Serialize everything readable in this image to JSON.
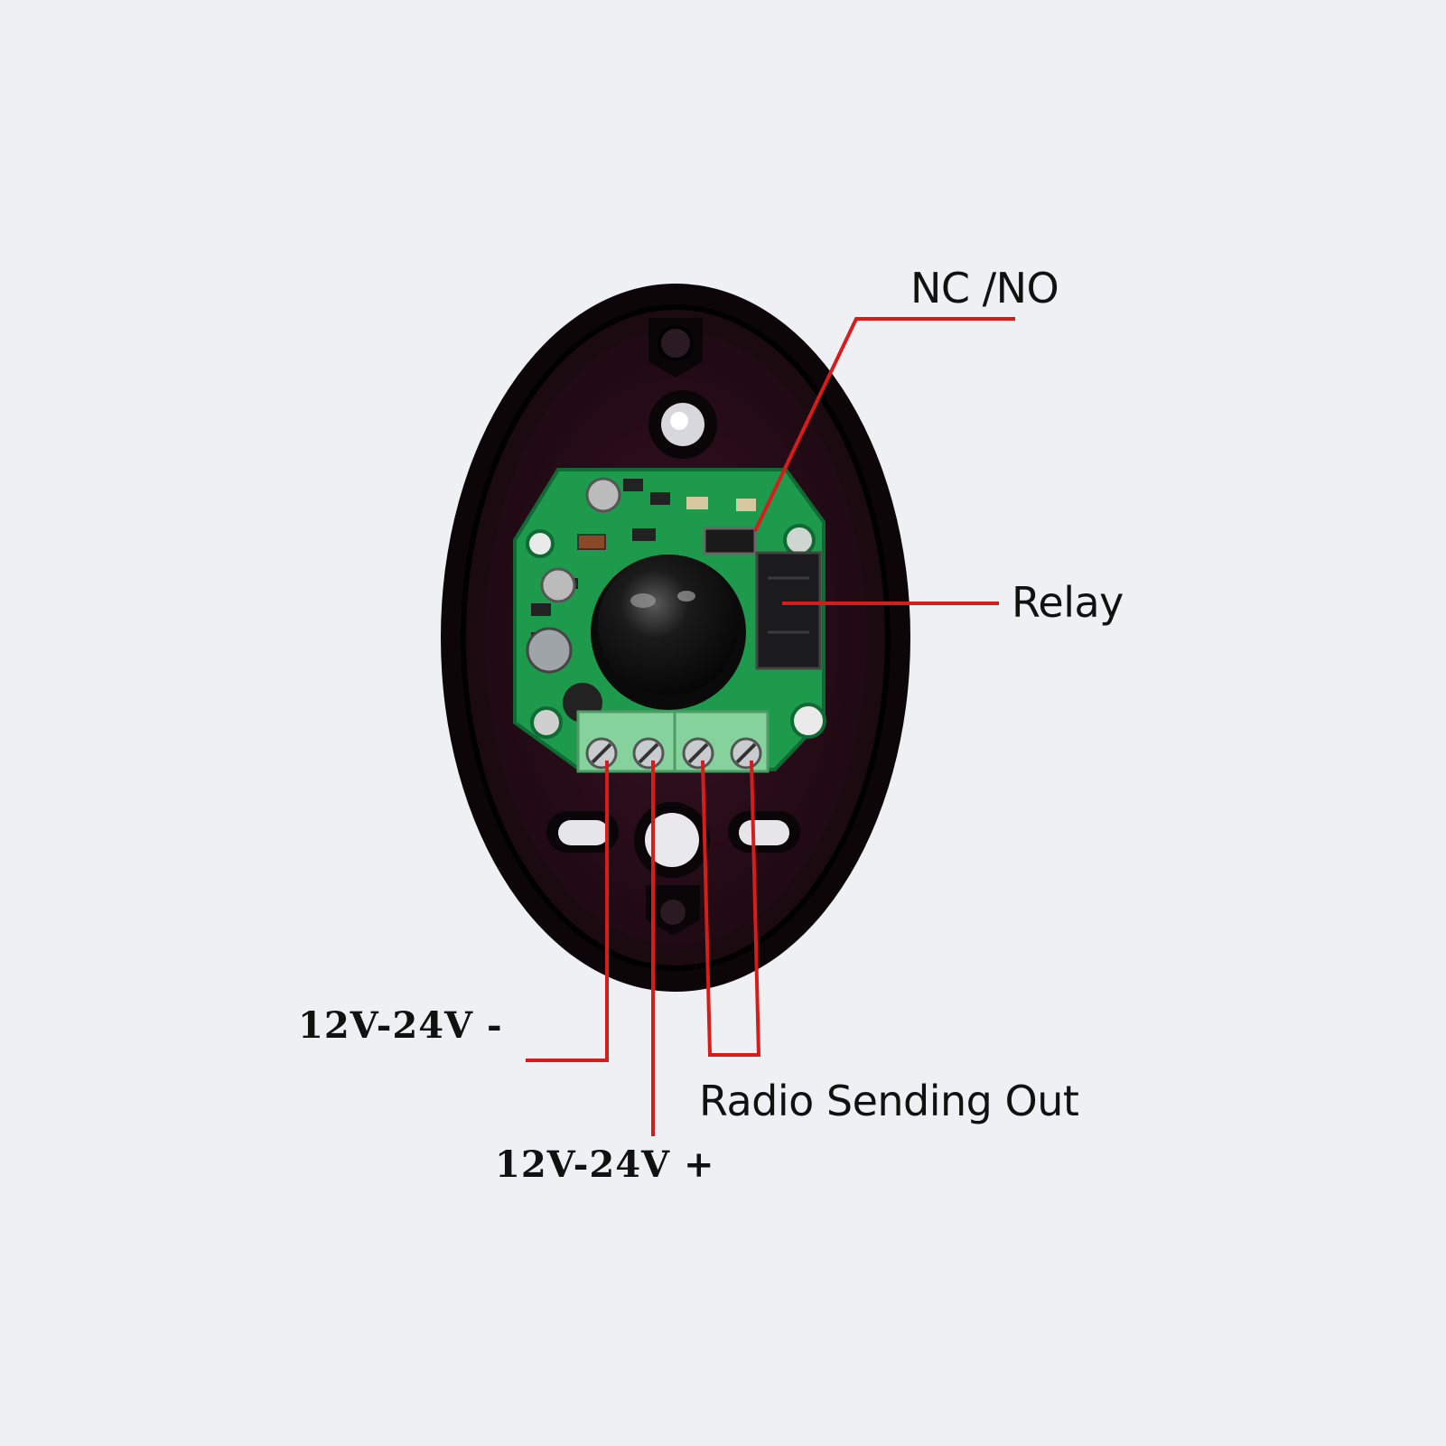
{
  "labels": {
    "nc_no": "NC /NO",
    "relay": "Relay",
    "radio_out": "Radio Sending Out",
    "power_negative": "12V-24V -",
    "power_positive": "12V-24V +"
  },
  "colors": {
    "background": "#eff0f4",
    "callout_line": "#d81c1c",
    "housing": "#120a0d",
    "housing_inner": "#2a0e1a",
    "pcb": "#1d9a4c",
    "terminal": "#7fcf94"
  }
}
